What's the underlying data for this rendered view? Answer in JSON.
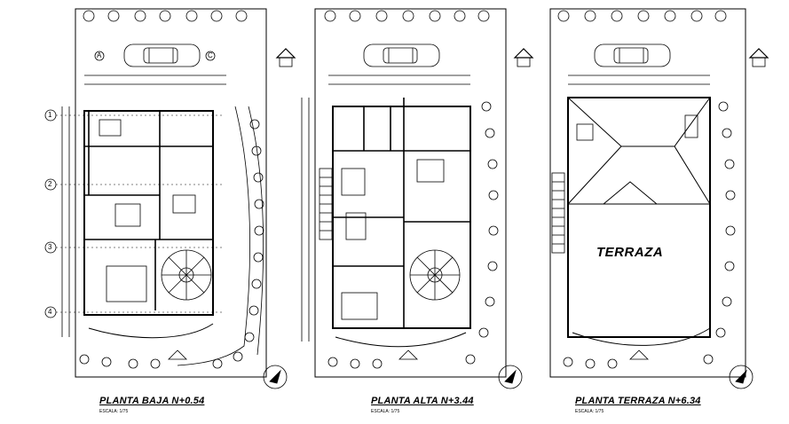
{
  "plans": [
    {
      "id": "baja",
      "title": "PLANTA BAJA N+0.54",
      "scale_text": "ESCALA: 1/75"
    },
    {
      "id": "alta",
      "title": "PLANTA ALTA N+3.44",
      "scale_text": "ESCALA: 1/75"
    },
    {
      "id": "terraza",
      "title": "PLANTA TERRAZA N+6.34",
      "scale_text": "ESCALA: 1/75",
      "room_label": "TERRAZA"
    }
  ],
  "axes_rows": [
    "1",
    "2",
    "3",
    "4"
  ],
  "axes_cols": [
    "A",
    "C"
  ],
  "colors": {
    "ink": "#000000",
    "paper": "#ffffff"
  }
}
